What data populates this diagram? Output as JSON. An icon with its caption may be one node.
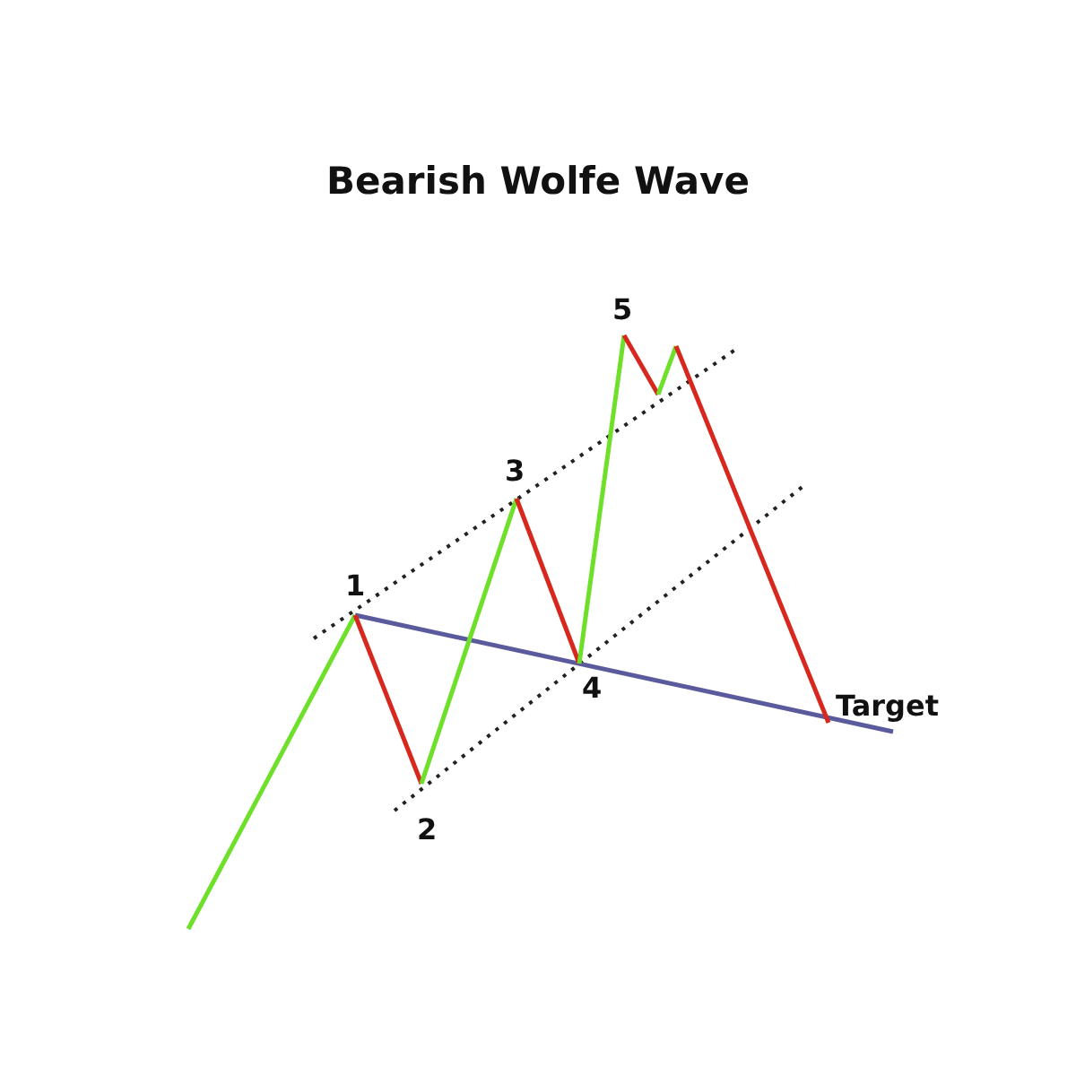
{
  "diagram": {
    "title": "Bearish Wolfe Wave",
    "labels": [
      "1",
      "2",
      "3",
      "4",
      "5",
      "Target"
    ]
  }
}
